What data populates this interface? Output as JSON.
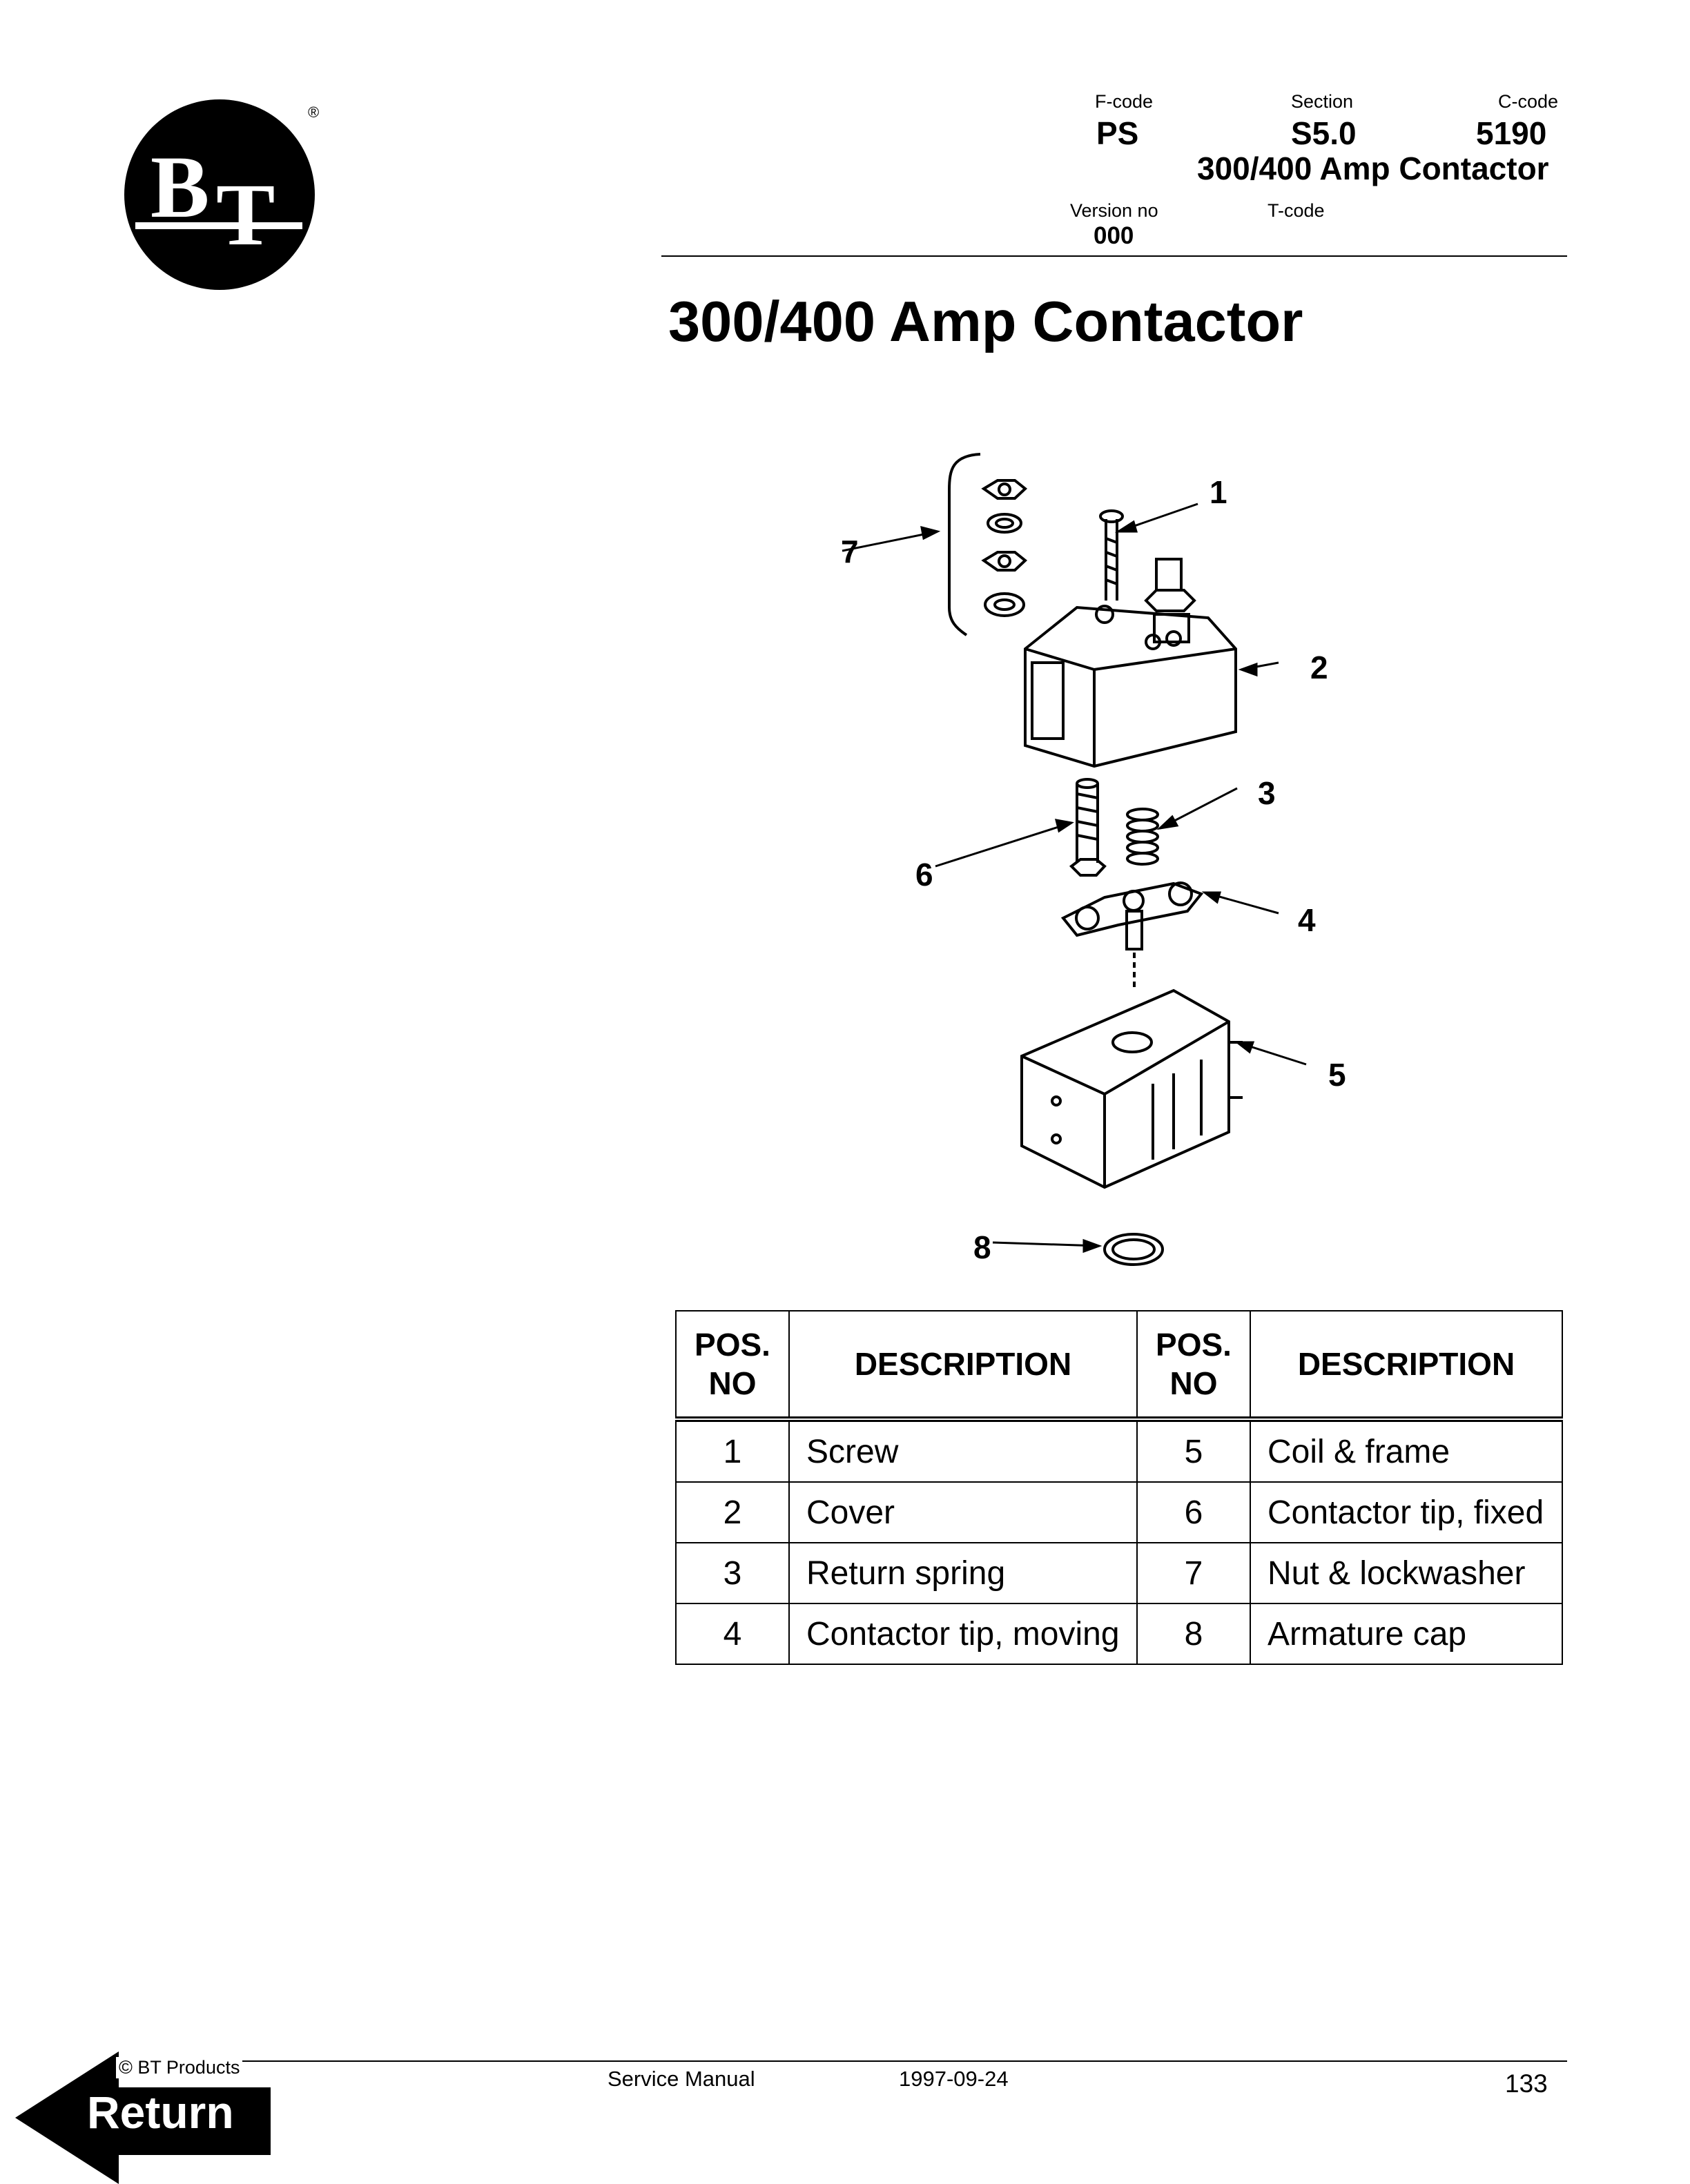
{
  "header": {
    "fcode_label": "F-code",
    "fcode_value": "PS",
    "section_label": "Section",
    "section_value": "S5.0",
    "ccode_label": "C-code",
    "ccode_value": "5190",
    "subtitle": "300/400 Amp Contactor",
    "version_label": "Version no",
    "version_value": "000",
    "tcode_label": "T-code"
  },
  "logo": {
    "text": "BT",
    "registered": "®"
  },
  "title": "300/400 Amp Contactor",
  "diagram": {
    "callouts": [
      "1",
      "2",
      "3",
      "4",
      "5",
      "6",
      "7",
      "8"
    ]
  },
  "table": {
    "headers": [
      "POS.\nNO",
      "DESCRIPTION",
      "POS.\nNO",
      "DESCRIPTION"
    ],
    "rows": [
      [
        "1",
        "Screw",
        "5",
        "Coil & frame"
      ],
      [
        "2",
        "Cover",
        "6",
        "Contactor tip, fixed"
      ],
      [
        "3",
        "Return spring",
        "7",
        "Nut & lockwasher"
      ],
      [
        "4",
        "Contactor tip, moving",
        "8",
        "Armature cap"
      ]
    ]
  },
  "footer": {
    "copyright": "© BT Products",
    "manual": "Service Manual",
    "date": "1997-09-24",
    "page": "133",
    "return_label": "Return"
  }
}
